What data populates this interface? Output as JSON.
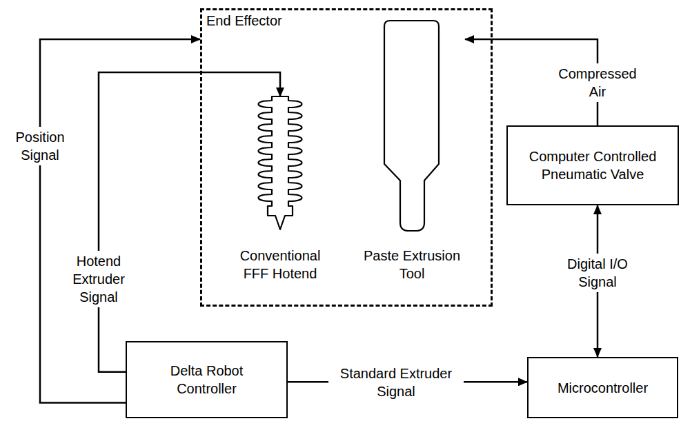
{
  "diagram": {
    "nodes": [
      {
        "text": [
          "End Effector"
        ]
      },
      {
        "text": [
          "Conventional FFF Hotend"
        ],
        "in": 0
      },
      {
        "text": [
          "Paste Extrusion Tool"
        ],
        "in": 0
      },
      {
        "text": [
          "Computer Controlled Pneumatic Valve"
        ]
      },
      {
        "text": [
          "Delta Robot Controller"
        ]
      },
      {
        "text": [
          "Microcontroller"
        ]
      }
    ],
    "edges": [
      {
        "from": 4,
        "to": 0,
        "arrow": "to",
        "label": "Position Signal"
      },
      {
        "from": 4,
        "to": 1,
        "arrow": "to",
        "label": "Hotend Extruder Signal"
      },
      {
        "from": 4,
        "to": 5,
        "arrow": "to",
        "label": "Standard Extruder Signal"
      },
      {
        "from": 5,
        "to": 3,
        "arrow": "both",
        "label": "Digital I/O Signal"
      },
      {
        "from": 3,
        "to": 2,
        "arrow": "to",
        "label": "Compressed Air"
      }
    ]
  }
}
